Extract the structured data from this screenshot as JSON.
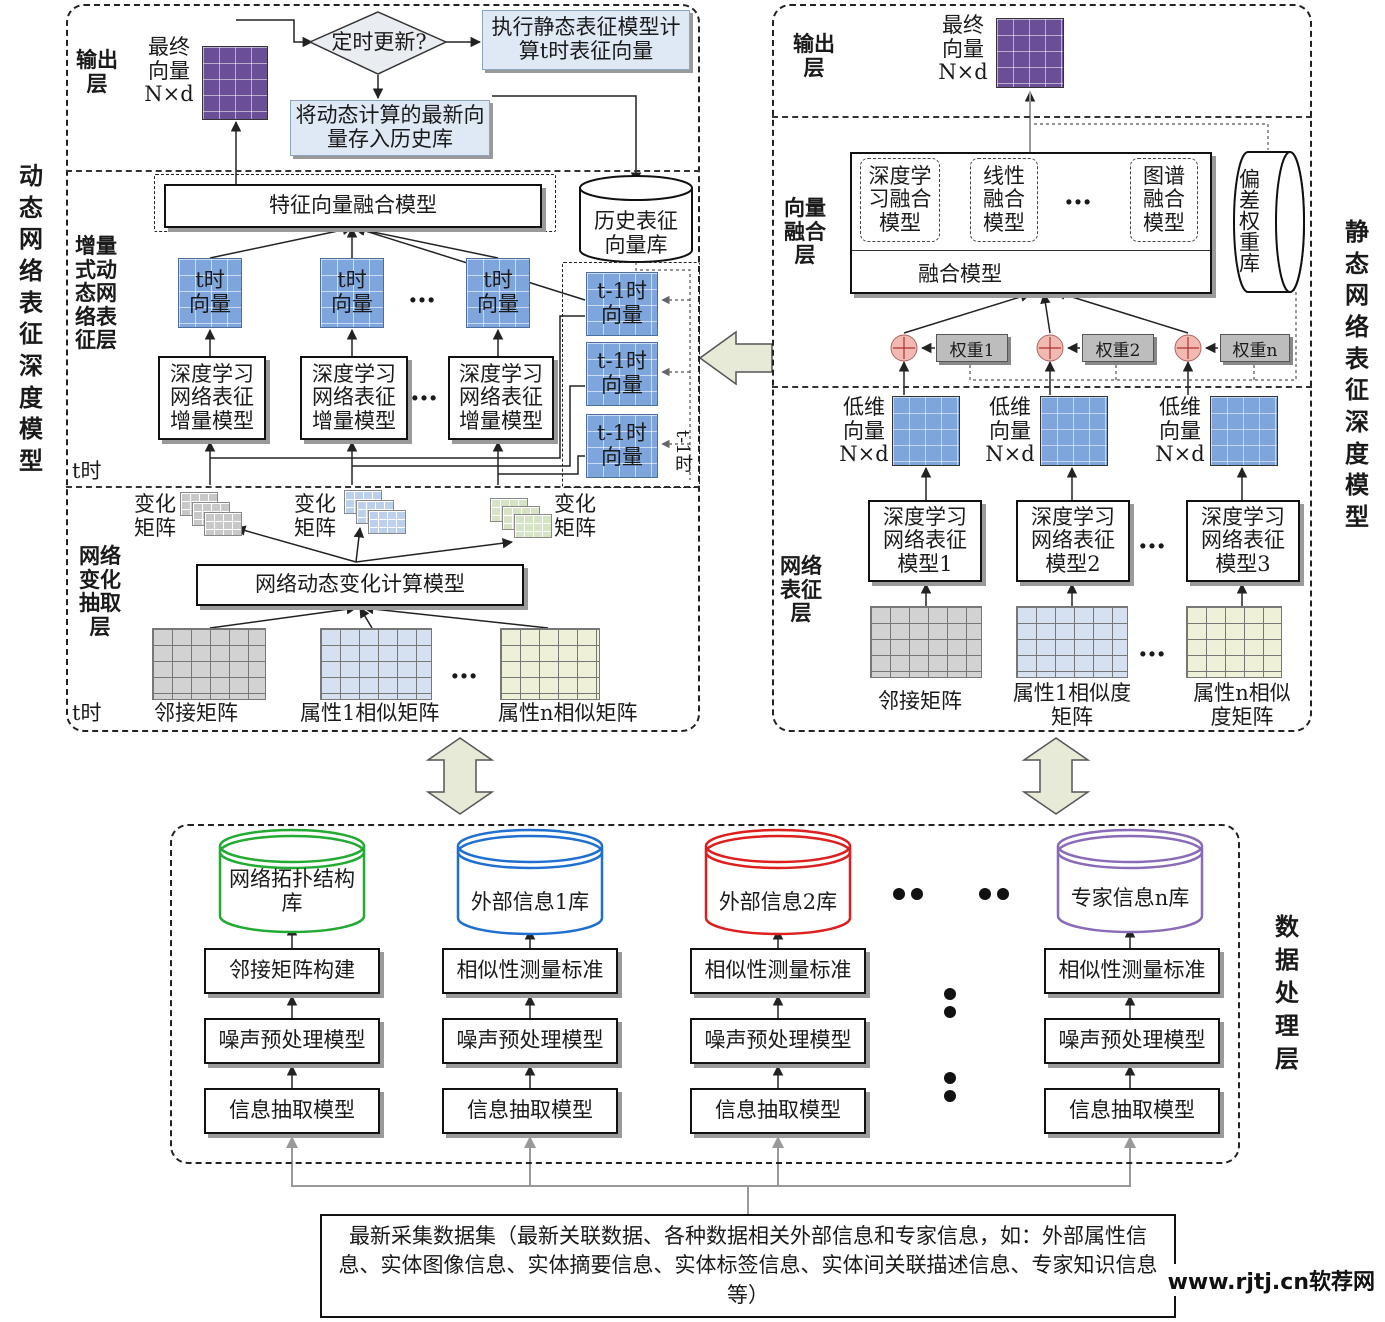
{
  "left_title": "动态网络表征深度模型",
  "right_title": "静态网络表征深度模型",
  "bottom_title": "数据处理层",
  "dynamic": {
    "output_layer": "输出层",
    "final_vector": "最终向量N×d",
    "timed_update": "定时更新?",
    "exec_static": "执行静态表征模型计算t时表征向量",
    "store_history": "将动态计算的最新向量存入历史库",
    "incremental_layer": "增量式动态网络表征层",
    "fusion_model": "特征向量融合模型",
    "history_db": "历史表征向量库",
    "t_vector": "t时向量",
    "t1_vector": "t-1时向量",
    "incr_model": "深度学习网络表征增量模型",
    "t_time": "t时",
    "t1_time": "t-1时",
    "extract_layer": "网络变化抽取层",
    "change_matrix": "变化矩阵",
    "change_calc": "网络动态变化计算模型",
    "adjacency": "邻接矩阵",
    "attr1": "属性1相似矩阵",
    "attrn": "属性n相似矩阵",
    "dots": "…"
  },
  "static": {
    "output_layer": "输出层",
    "final_vector": "最终向量N×d",
    "fusion_layer": "向量融合层",
    "dl_fusion": "深度学习融合模型",
    "linear_fusion": "线性融合模型",
    "spectral_fusion": "图谱融合模型",
    "fusion_model": "融合模型",
    "bias_db": "偏差权重库",
    "weight1": "权重1",
    "weight2": "权重2",
    "weightn": "权重n",
    "lowdim": "低维向量N×d",
    "repr_layer": "网络表征层",
    "dl_model1": "深度学习网络表征模型1",
    "dl_model2": "深度学习网络表征模型2",
    "dl_model3": "深度学习网络表征模型3",
    "adjacency": "邻接矩阵",
    "attr1": "属性1相似度矩阵",
    "attrn": "属性n相似度矩阵",
    "dots": "…"
  },
  "data": {
    "dbs": [
      "网络拓扑结构库",
      "外部信息1库",
      "外部信息2库",
      "专家信息n库"
    ],
    "db_colors": [
      "#22aa33",
      "#1f6fd1",
      "#dd1f1f",
      "#8a6bb8"
    ],
    "steps_top": [
      "邻接矩阵构建",
      "相似性测量标准",
      "相似性测量标准",
      "相似性测量标准"
    ],
    "steps_mid": [
      "噪声预处理模型",
      "噪声预处理模型",
      "噪声预处理模型",
      "噪声预处理模型"
    ],
    "steps_bot": [
      "信息抽取模型",
      "信息抽取模型",
      "信息抽取模型",
      "信息抽取模型"
    ],
    "source": "最新采集数据集（最新关联数据、各种数据相关外部信息和专家信息，如：外部属性信息、实体图像信息、实体摘要信息、实体标签信息、实体间关联描述信息、专家知识信息等）"
  },
  "watermark": "www.rjtj.cn软荐网"
}
